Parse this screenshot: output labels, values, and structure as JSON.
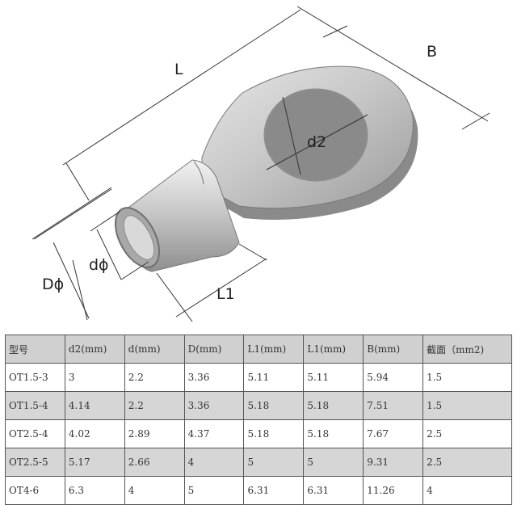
{
  "diagram": {
    "labels": {
      "L": "L",
      "B": "B",
      "d2": "d2",
      "d_phi": "dϕ",
      "D_phi": "Dϕ",
      "L1": "L1"
    }
  },
  "table": {
    "headers": [
      "型号",
      "d2(mm)",
      "d(mm)",
      "D(mm)",
      "L1(mm)",
      "L1(mm)",
      "B(mm)",
      "截面（mm2)"
    ],
    "rows": [
      [
        "OT1.5-3",
        "3",
        "2.2",
        "3.36",
        "5.11",
        "5.11",
        "5.94",
        "1.5"
      ],
      [
        "OT1.5-4",
        "4.14",
        "2.2",
        "3.36",
        "5.18",
        "5.18",
        "7.51",
        "1.5"
      ],
      [
        "OT2.5-4",
        "4.02",
        "2.89",
        "4.37",
        "5.18",
        "5.18",
        "7.67",
        "2.5"
      ],
      [
        "OT2.5-5",
        "5.17",
        "2.66",
        "4",
        "5",
        "5",
        "9.31",
        "2.5"
      ],
      [
        "OT4-6",
        "6.3",
        "4",
        "5",
        "6.31",
        "6.31",
        "11.26",
        "4"
      ]
    ]
  }
}
